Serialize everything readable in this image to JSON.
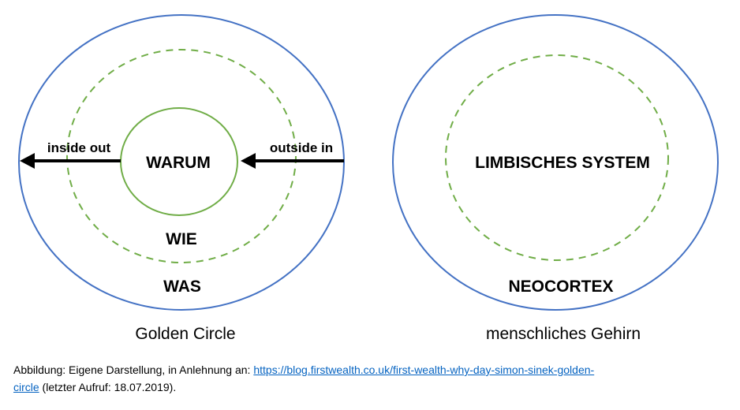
{
  "golden_circle": {
    "center_label": "WARUM",
    "middle_label": "WIE",
    "outer_label": "WAS",
    "arrow_left_label": "inside out",
    "arrow_right_label": "outside in",
    "caption": "Golden Circle"
  },
  "brain": {
    "inner_label": "LIMBISCHES SYSTEM",
    "outer_label": "NEOCORTEX",
    "caption": "menschliches Gehirn"
  },
  "source_note": {
    "prefix": "Abbildung: Eigene Darstellung, in Anlehnung an: ",
    "link_part1": "https://blog.firstwealth.co.uk/first-wealth-why-day-simon-sinek-golden-",
    "link_part2": "circle",
    "suffix": " (letzter Aufruf: 18.07.2019)."
  },
  "colors": {
    "outer_ring": "#4472c4",
    "green": "#70ad47",
    "arrow": "#000000",
    "link": "#0563c1"
  }
}
